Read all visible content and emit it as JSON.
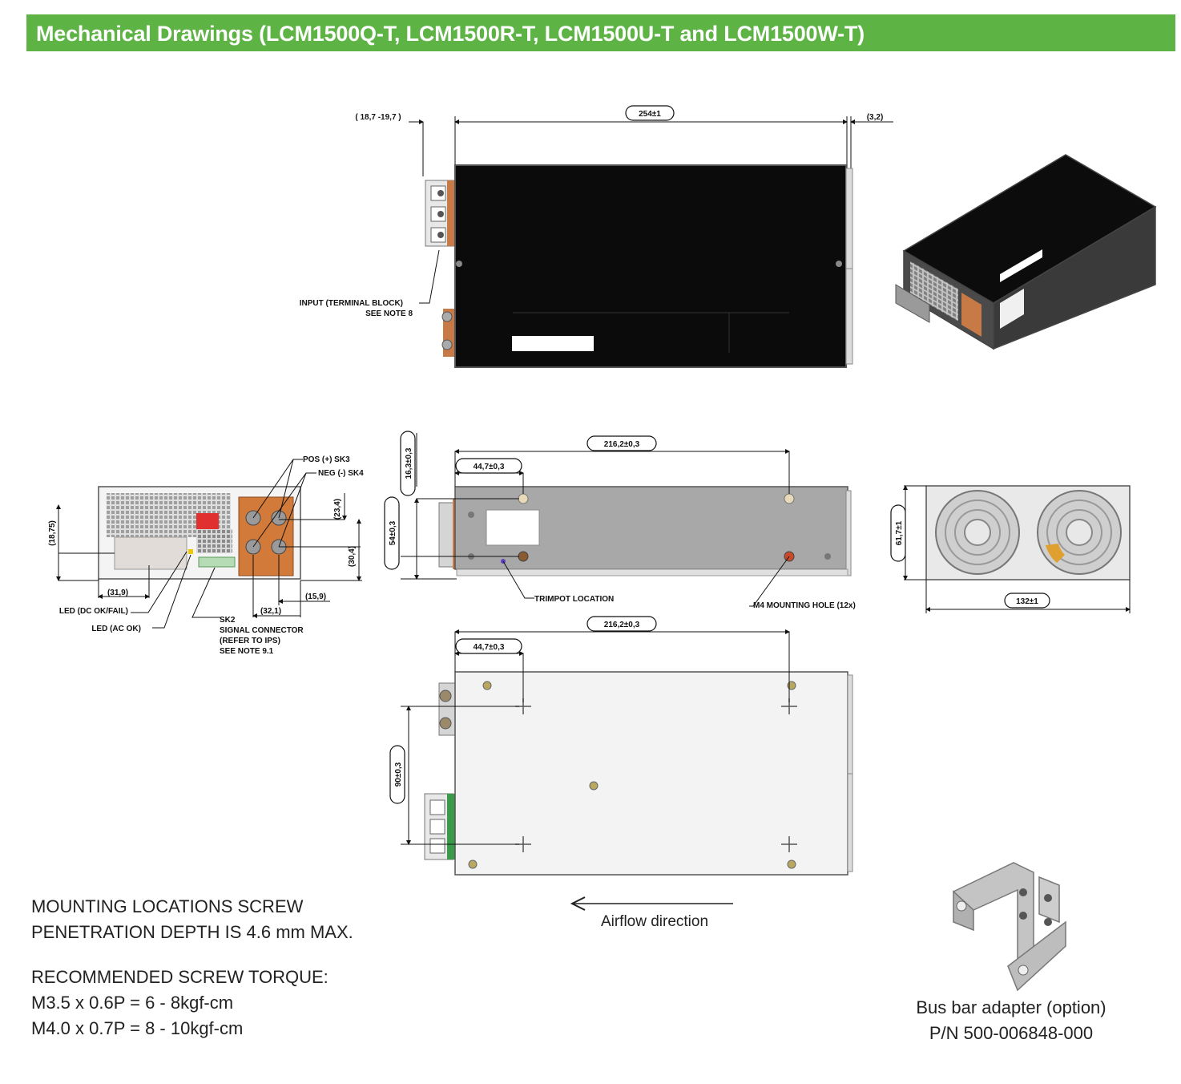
{
  "header": {
    "title": "Mechanical Drawings (LCM1500Q-T, LCM1500R-T, LCM1500U-T and LCM1500W-T)",
    "color": "#5db445"
  },
  "dimensions": {
    "top_left_offset": "( 18,7 -19,7 )",
    "top_length": "254±1",
    "top_right_offset": "(3,2)",
    "side_span": "216,2±0,3",
    "side_first_hole": "44,7±0,3",
    "side_top_height": "16,3±0,3",
    "side_hole_spacing": "54±0,3",
    "end_height": "61,7±1",
    "end_width": "132±1",
    "bottom_span": "216,2±0,3",
    "bottom_first_hole": "44,7±0,3",
    "bottom_hole_spacing": "90±0,3",
    "front_h1": "(18,75)",
    "front_h2": "(23,4)",
    "front_h3": "(30,4)",
    "front_w1": "(31,9)",
    "front_w2": "(32,1)",
    "front_w3": "(15,9)"
  },
  "callouts": {
    "input_line1": "INPUT (TERMINAL BLOCK)",
    "input_line2": "SEE NOTE 8",
    "pos": "POS (+) SK3",
    "neg": "NEG (-) SK4",
    "led_dc": "LED (DC OK/FAIL)",
    "led_ac": "LED (AC OK)",
    "sk2_line1": "SK2",
    "sk2_line2": "SIGNAL CONNECTOR",
    "sk2_line3": "(REFER TO IPS)",
    "sk2_line4": "SEE NOTE 9.1",
    "trimpot": "TRIMPOT LOCATION",
    "mounting_hole": "M4 MOUNTING HOLE (12x)"
  },
  "airflow": "Airflow direction",
  "notes": {
    "line1": "MOUNTING LOCATIONS SCREW",
    "line2": "PENETRATION DEPTH IS 4.6 mm MAX.",
    "line3": "RECOMMENDED SCREW TORQUE:",
    "line4": "M3.5 x 0.6P = 6 - 8kgf-cm",
    "line5": "M4.0 x 0.7P = 8 - 10kgf-cm"
  },
  "busbar": {
    "caption_line1": "Bus bar adapter (option)",
    "caption_line2": "P/N 500-006848-000"
  }
}
